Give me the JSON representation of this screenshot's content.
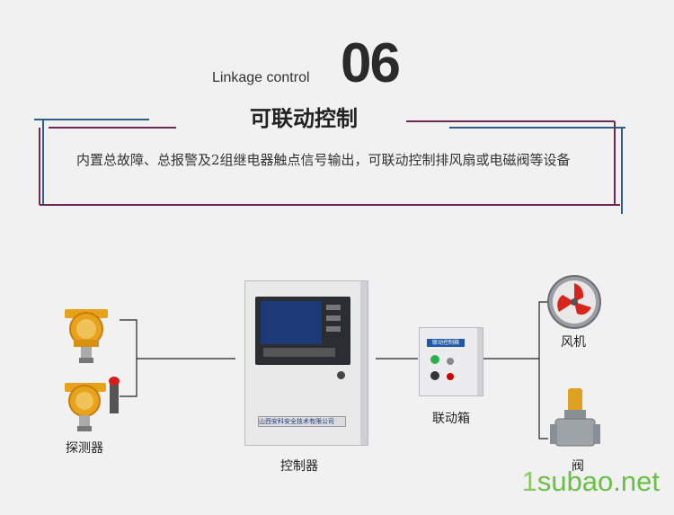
{
  "header": {
    "subtitle": "Linkage control",
    "number": "06",
    "title": "可联动控制"
  },
  "description": "内置总故障、总报警及2组继电器触点信号输出，可联动控制排风扇或电磁阀等设备",
  "diagram": {
    "detectors_label": "探测器",
    "controller_label": "控制器",
    "linkage_box_label": "联动箱",
    "fan_label": "风机",
    "valve_label": "阀",
    "controller_brand": "山西安科安全技术有限公司",
    "linkage_box_plate": "联动控制箱"
  },
  "watermark": {
    "prefix": "1",
    "rest": "subao.net"
  },
  "colors": {
    "accent_blue": "#2d5f86",
    "accent_purple": "#6b2a57",
    "watermark": "#6abf45"
  }
}
